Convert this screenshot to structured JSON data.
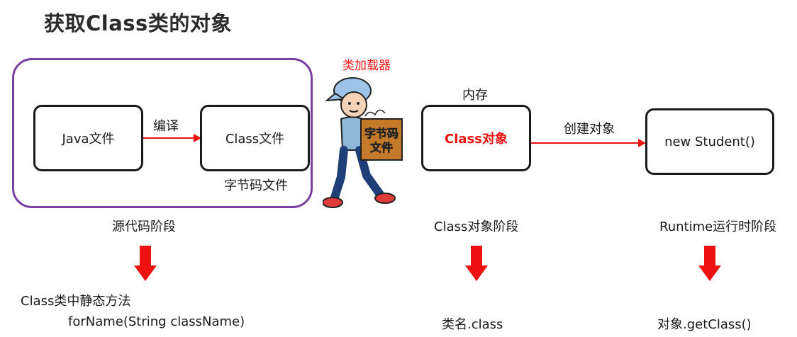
{
  "title": "获取Class类的对象",
  "source_stage": {
    "java_file": "Java文件",
    "compile_label": "编译",
    "class_file": "Class文件",
    "bytecode_label": "字节码文件",
    "stage_label": "源代码阶段"
  },
  "loader": {
    "label": "类加载器",
    "box_text_line1": "字节码",
    "box_text_line2": "文件"
  },
  "class_stage": {
    "memory_label": "内存",
    "class_object": "Class对象",
    "create_label": "创建对象",
    "new_student": "new Student()",
    "stage_label": "Class对象阶段",
    "runtime_label": "Runtime运行时阶段"
  },
  "methods": {
    "static_heading": "Class类中静态方法",
    "for_name": "forName(String className)",
    "class_literal": "类名.class",
    "get_class": "对象.getClass()"
  },
  "colors": {
    "accent_red": "#ee1111",
    "group_border": "#7a3fa0",
    "box_border": "#1a1a1a"
  }
}
